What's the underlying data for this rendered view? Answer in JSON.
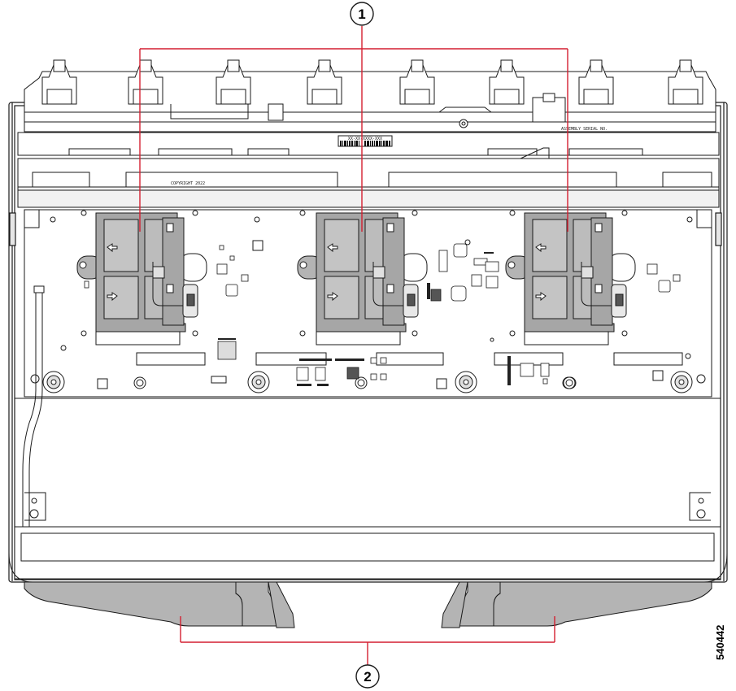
{
  "figure": {
    "figure_id": "540442",
    "serial_label": "XX-XX-XXXX-XXX",
    "board_text": "COPYRIGHT 2022",
    "corner_text": "ASSEMBLY SERIAL NO."
  },
  "callouts": [
    {
      "id": "callout-1",
      "number": "1"
    },
    {
      "id": "callout-2",
      "number": "2"
    }
  ],
  "colors": {
    "callout_line": "#d41f30",
    "line": "#1a1a1a",
    "gray_part": "#b4b4b4",
    "fan_gray": "#a6a6a6",
    "board": "#ffffff"
  }
}
